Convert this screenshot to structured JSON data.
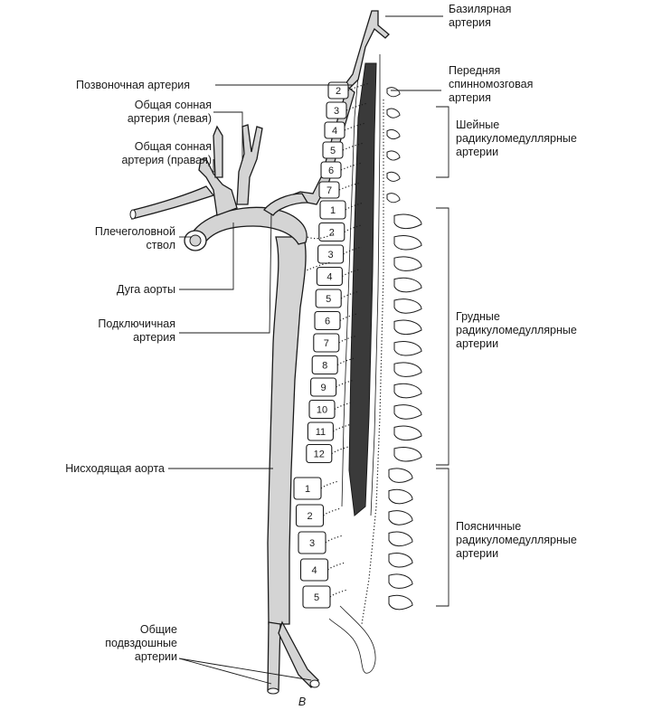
{
  "labels": {
    "basilar": [
      "Базилярная",
      "артерия"
    ],
    "anterior_spinal": [
      "Передняя",
      "спинномозговая",
      "артерия"
    ],
    "cervical": [
      "Шейные",
      "радикуломедуллярные",
      "артерии"
    ],
    "thoracic": [
      "Грудные",
      "радикуломедуллярные",
      "артерии"
    ],
    "lumbar": [
      "Поясничные",
      "радикуломедуллярные",
      "артерии"
    ],
    "vertebral": [
      "Позвоночная артерия"
    ],
    "left_carotid": [
      "Общая сонная",
      "артерия (левая)"
    ],
    "right_carotid": [
      "Общая сонная",
      "артерия (правая)"
    ],
    "brachiocephalic": [
      "Плечеголовной",
      "ствол"
    ],
    "aortic_arch": [
      "Дуга аорты"
    ],
    "subclavian": [
      "Подключичная",
      "артерия"
    ],
    "descending_aorta": [
      "Нисходящая аорта"
    ],
    "iliac": [
      "Общие",
      "подвздошные",
      "артерии"
    ],
    "panel": [
      "В"
    ]
  },
  "vertebrae": {
    "cervical": [
      "2",
      "3",
      "4",
      "5",
      "6",
      "7"
    ],
    "thoracic": [
      "1",
      "2",
      "3",
      "4",
      "5",
      "6",
      "7",
      "8",
      "9",
      "10",
      "11",
      "12"
    ],
    "lumbar": [
      "1",
      "2",
      "3",
      "4",
      "5"
    ]
  }
}
